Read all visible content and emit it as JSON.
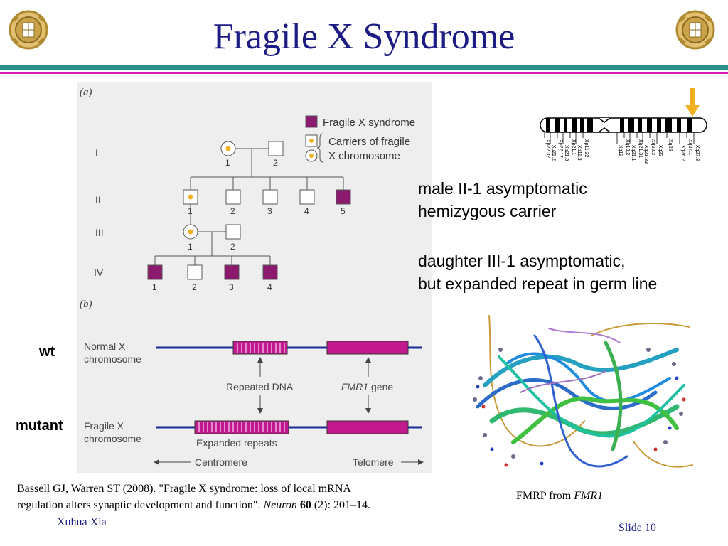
{
  "slide": {
    "title": "Fragile X Syndrome",
    "number": "Slide 10",
    "author": "Xuhua Xia",
    "colors": {
      "title": "#1c1c84",
      "bar_teal": "#2b8f8f",
      "bar_magenta": "#d41ab0",
      "affected": "#8b1a6e",
      "carrier_dot": "#f0b020"
    }
  },
  "logos": {
    "left_icon": "university-crest-icon",
    "right_icon": "university-crest-icon"
  },
  "pedigree": {
    "panel_label": "(a)",
    "legend": {
      "affected": "Fragile X syndrome",
      "carrier_line1": "Carriers of fragile",
      "carrier_line2": "X chromosome"
    },
    "generations": [
      "I",
      "II",
      "III",
      "IV"
    ],
    "gen_I": [
      "1",
      "2"
    ],
    "gen_II": [
      "1",
      "2",
      "3",
      "4",
      "5"
    ],
    "gen_III": [
      "1",
      "2"
    ],
    "gen_IV": [
      "1",
      "2",
      "3",
      "4"
    ]
  },
  "chromosome_diagram": {
    "panel_label": "(b)",
    "normal_line1": "Normal X",
    "normal_line2": "chromosome",
    "fragile_line1": "Fragile X",
    "fragile_line2": "chromosome",
    "repeated_dna": "Repeated DNA",
    "fmr1_gene": "FMR1",
    "gene_word": " gene",
    "expanded": "Expanded repeats",
    "centromere": "Centromere",
    "telomere": "Telomere"
  },
  "labels": {
    "wt": "wt",
    "mutant": "mutant"
  },
  "ideogram": {
    "bands": [
      "Xp22.32",
      "Xp22.2",
      "Xp22.12",
      "Xp21.3",
      "Xp21.1",
      "Xp11.3",
      "Xp11.22",
      "Xq12",
      "Xq13.2",
      "Xq21.1",
      "Xq21.31",
      "Xq21.33",
      "Xq22.2",
      "Xq23",
      "Xq25",
      "Xq26.2",
      "Xq27.1",
      "Xq27.3"
    ]
  },
  "notes": {
    "line1": "male II-1 asymptomatic",
    "line2": "hemizygous carrier",
    "line3": "daughter III-1 asymptomatic,",
    "line4": "but expanded repeat in germ line"
  },
  "citation": {
    "line1": "Bassell GJ, Warren ST (2008). \"Fragile X syndrome: loss of local mRNA",
    "line2_a": "regulation alters synaptic development and function\". ",
    "journal": "Neuron",
    "volume": "60",
    "line2_b": " (2): 201–14."
  },
  "protein": {
    "caption_a": "FMRP from ",
    "caption_b": "FMR1"
  }
}
